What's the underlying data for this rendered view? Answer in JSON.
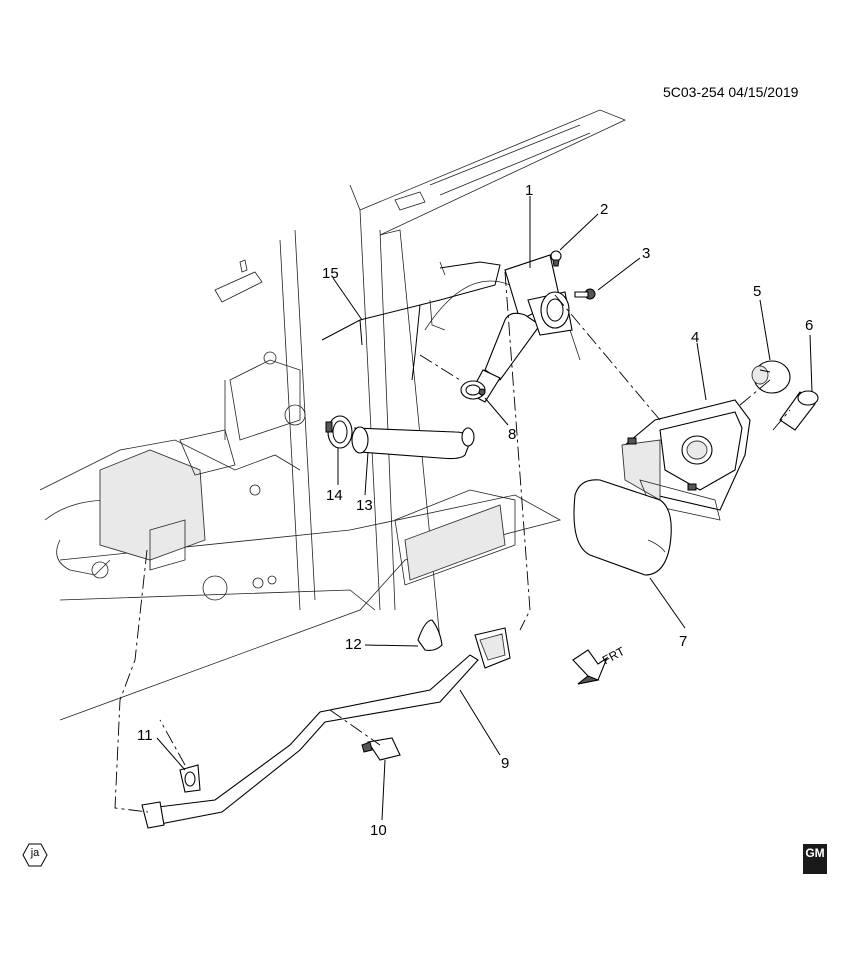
{
  "header": {
    "reference": "5C03-254 04/15/2019"
  },
  "callouts": [
    {
      "id": "1",
      "label": "1"
    },
    {
      "id": "2",
      "label": "2"
    },
    {
      "id": "3",
      "label": "3"
    },
    {
      "id": "4",
      "label": "4"
    },
    {
      "id": "5",
      "label": "5"
    },
    {
      "id": "6",
      "label": "6"
    },
    {
      "id": "7",
      "label": "7"
    },
    {
      "id": "8",
      "label": "8"
    },
    {
      "id": "9",
      "label": "9"
    },
    {
      "id": "10",
      "label": "10"
    },
    {
      "id": "11",
      "label": "11"
    },
    {
      "id": "12",
      "label": "12"
    },
    {
      "id": "13",
      "label": "13"
    },
    {
      "id": "14",
      "label": "14"
    },
    {
      "id": "15",
      "label": "15"
    }
  ],
  "direction_indicator": {
    "label": "FRT"
  },
  "badge": {
    "label": "ja"
  },
  "logo": {
    "label": "GM",
    "icon": "gm-logo-icon"
  }
}
